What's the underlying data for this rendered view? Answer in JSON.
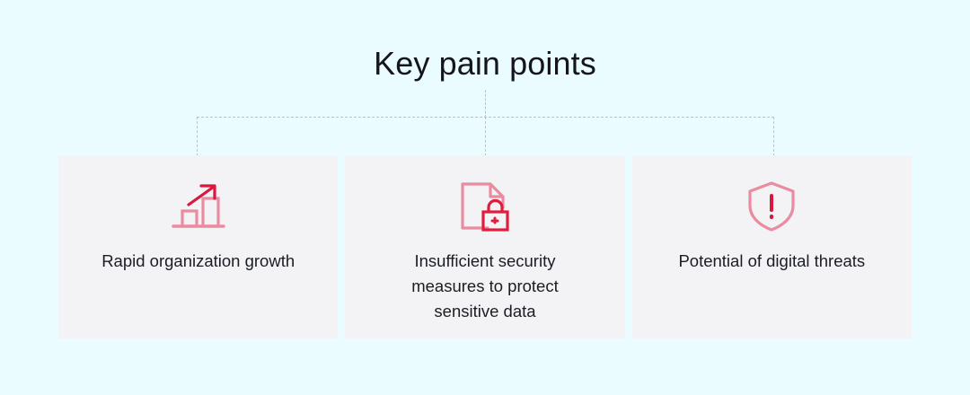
{
  "page": {
    "background_color": "#eafcff",
    "title": "Key pain points"
  },
  "connector": {
    "name": "dashed-connector-tree",
    "color": "#b9c3c6",
    "style": "dashed"
  },
  "cards": [
    {
      "icon": "bar-chart-growth-icon",
      "icon_colors": {
        "bars": "#e98ca0",
        "arrow": "#d9173f"
      },
      "text": "Rapid organization growth",
      "background_color": "#f3f3f6"
    },
    {
      "icon": "document-lock-icon",
      "icon_colors": {
        "document": "#e98ca0",
        "lock": "#e01e3c"
      },
      "text": "Insufficient security measures to protect sensitive data",
      "background_color": "#f3f3f6"
    },
    {
      "icon": "shield-alert-icon",
      "icon_colors": {
        "shield": "#e98ca0",
        "exclamation": "#d9173f"
      },
      "text": "Potential of digital threats",
      "background_color": "#f3f3f6"
    }
  ]
}
